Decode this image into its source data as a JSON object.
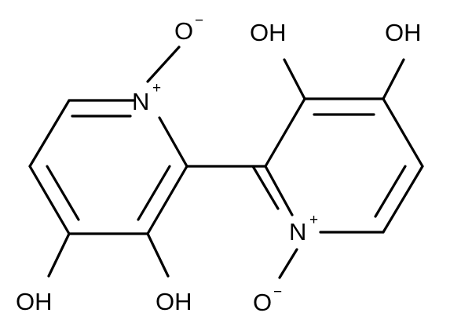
{
  "molecule": {
    "atoms": {
      "o_top_left": "O",
      "o_top_left_charge": "−",
      "n_left": "N",
      "n_left_charge": "+",
      "oh_top_1": "OH",
      "oh_top_2": "OH",
      "n_right": "N",
      "n_right_charge": "+",
      "o_bottom": "O",
      "o_bottom_charge": "−",
      "oh_bottom_1": "OH",
      "oh_bottom_2": "OH"
    },
    "colors": {
      "bond": "#000000",
      "label": "#000000",
      "background": "#ffffff"
    }
  }
}
